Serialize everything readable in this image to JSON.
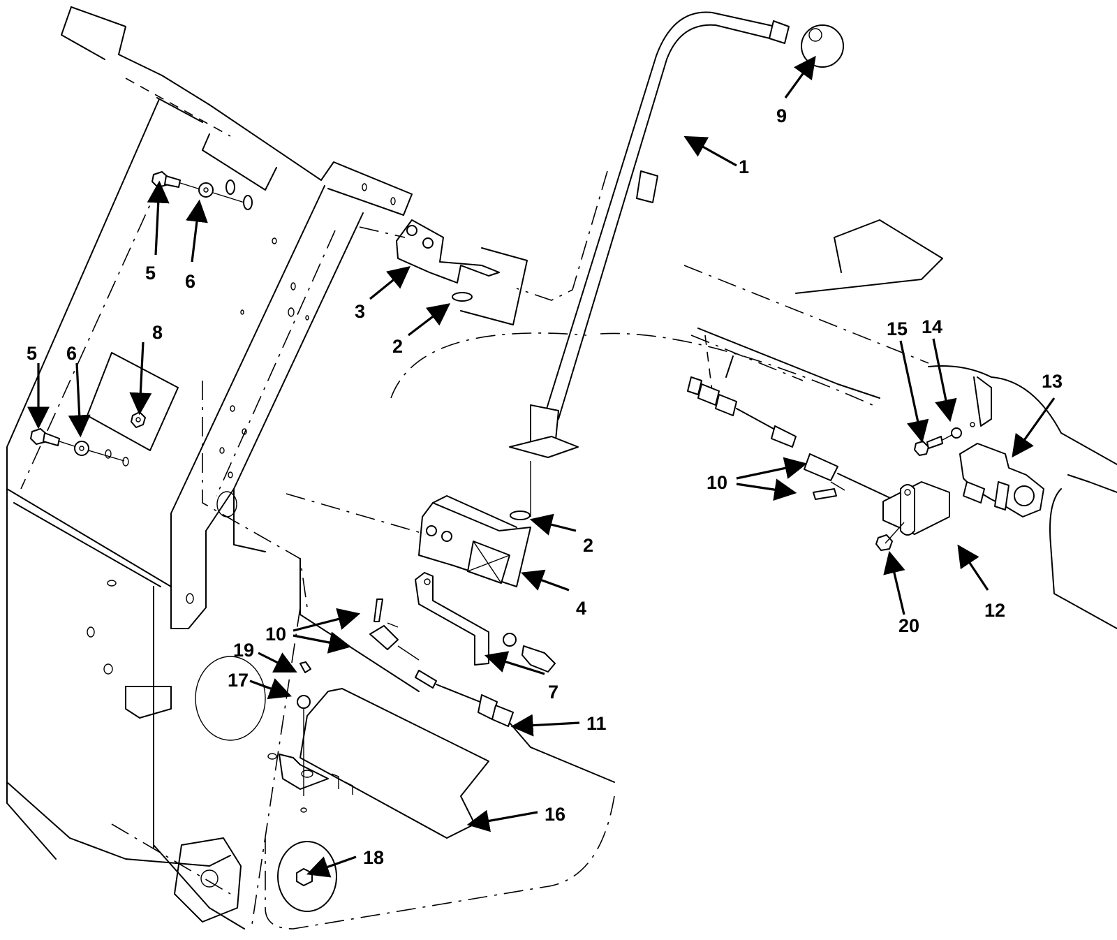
{
  "diagram": {
    "type": "exploded parts diagram",
    "subject": "shift lever and control cable assembly",
    "callouts": [
      {
        "id": "c1",
        "label": "1"
      },
      {
        "id": "c2a",
        "label": "2"
      },
      {
        "id": "c2b",
        "label": "2"
      },
      {
        "id": "c3",
        "label": "3"
      },
      {
        "id": "c4",
        "label": "4"
      },
      {
        "id": "c5a",
        "label": "5"
      },
      {
        "id": "c5b",
        "label": "5"
      },
      {
        "id": "c6a",
        "label": "6"
      },
      {
        "id": "c6b",
        "label": "6"
      },
      {
        "id": "c7",
        "label": "7"
      },
      {
        "id": "c8",
        "label": "8"
      },
      {
        "id": "c9",
        "label": "9"
      },
      {
        "id": "c10a",
        "label": "10"
      },
      {
        "id": "c10b",
        "label": "10"
      },
      {
        "id": "c11",
        "label": "11"
      },
      {
        "id": "c12",
        "label": "12"
      },
      {
        "id": "c13",
        "label": "13"
      },
      {
        "id": "c14",
        "label": "14"
      },
      {
        "id": "c15",
        "label": "15"
      },
      {
        "id": "c16",
        "label": "16"
      },
      {
        "id": "c17",
        "label": "17"
      },
      {
        "id": "c18",
        "label": "18"
      },
      {
        "id": "c19",
        "label": "19"
      },
      {
        "id": "c20",
        "label": "20"
      }
    ]
  }
}
